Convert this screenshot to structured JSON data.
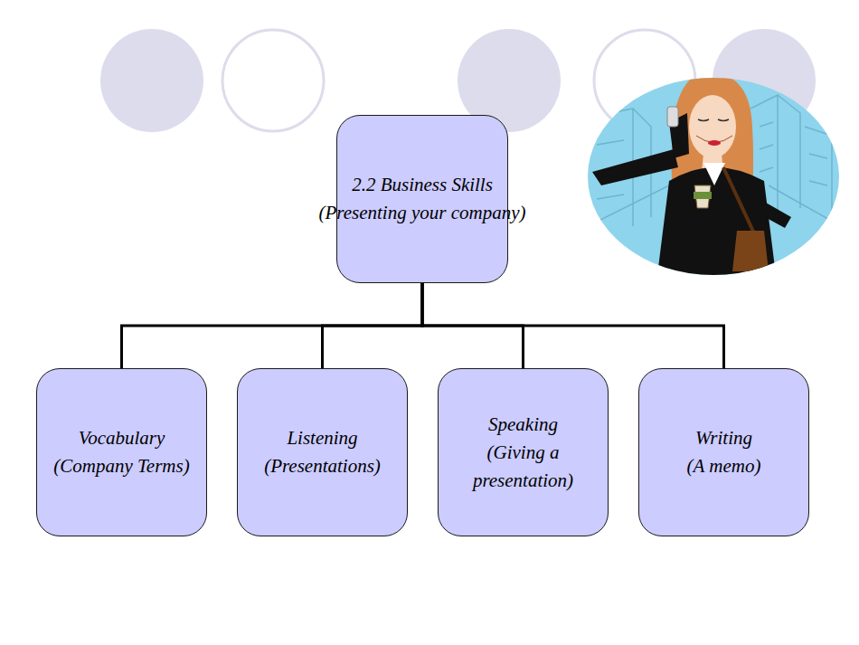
{
  "diagram": {
    "nodes": [
      {
        "text": [
          "2.2 Business Skills",
          "(Presenting your company)"
        ]
      },
      {
        "text": [
          "Vocabulary",
          "(Company Terms)"
        ]
      },
      {
        "text": [
          "Listening",
          "(Presentations)"
        ]
      },
      {
        "text": [
          "Speaking",
          "(Giving a presentation)"
        ]
      },
      {
        "text": [
          "Writing",
          "(A memo)"
        ]
      }
    ],
    "edges": [
      {
        "from": 0,
        "to": 1,
        "arrow": "none"
      },
      {
        "from": 0,
        "to": 2,
        "arrow": "none"
      },
      {
        "from": 0,
        "to": 3,
        "arrow": "none"
      },
      {
        "from": 0,
        "to": 4,
        "arrow": "none"
      }
    ]
  }
}
